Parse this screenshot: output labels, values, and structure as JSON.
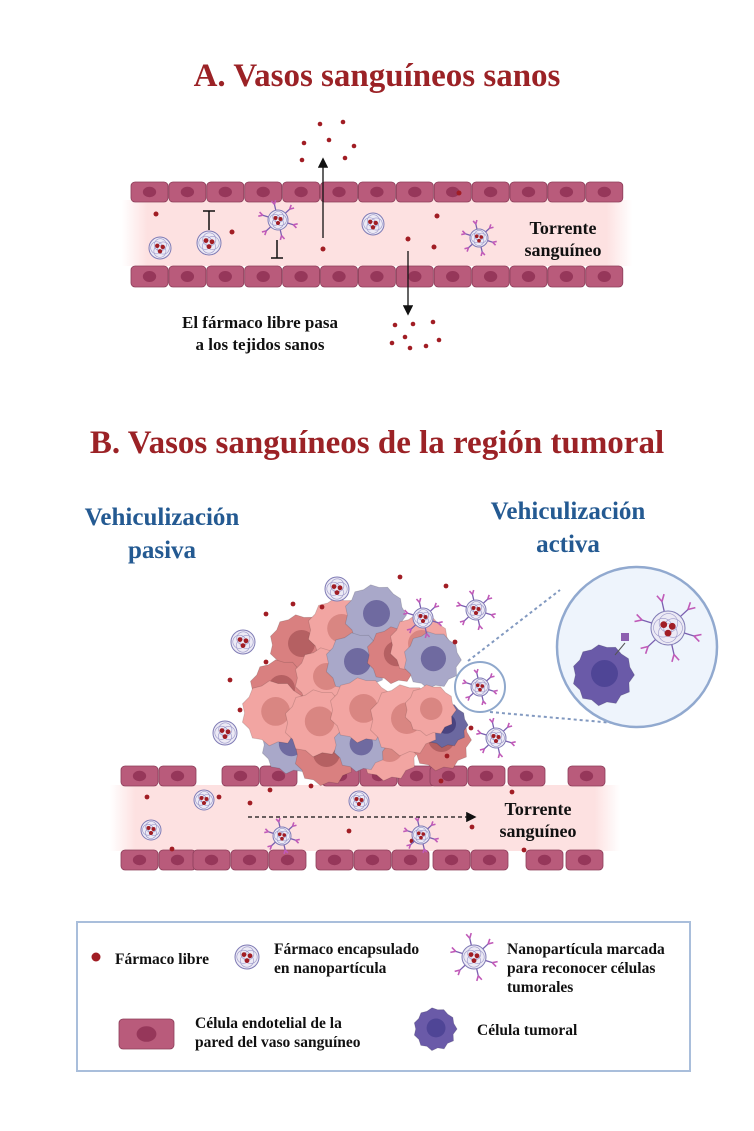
{
  "section_a": {
    "title": "A. Vasos sanguíneos sanos",
    "bloodstream_line1": "Torrente",
    "bloodstream_line2": "sanguíneo",
    "caption_line1": "El fármaco libre pasa",
    "caption_line2": "a  los tejidos sanos"
  },
  "section_b": {
    "title": "B. Vasos sanguíneos de la región tumoral",
    "passive_line1": "Vehiculización",
    "passive_line2": "pasiva",
    "active_line1": "Vehiculización",
    "active_line2": "activa",
    "bloodstream_line1": "Torrente",
    "bloodstream_line2": "sanguíneo"
  },
  "legend": {
    "free_drug": "Fármaco libre",
    "encapsulated_line1": "Fármaco encapsulado",
    "encapsulated_line2": "en nanopartícula",
    "marked_line1": "Nanopartícula marcada",
    "marked_line2": "para reconocer células",
    "marked_line3": "tumorales",
    "endothelial_line1": "Célula endotelial de la",
    "endothelial_line2": "pared del vaso sanguíneo",
    "tumor_cell": "Célula tumoral"
  },
  "colors": {
    "title": "#9b2226",
    "heading_blue": "#245a92",
    "endothelial": "#b95b7b",
    "nucleus": "#96375a",
    "lumen": "#fde1e1",
    "drug": "#a11d24",
    "tumor_purple": "#6a5aa8"
  }
}
